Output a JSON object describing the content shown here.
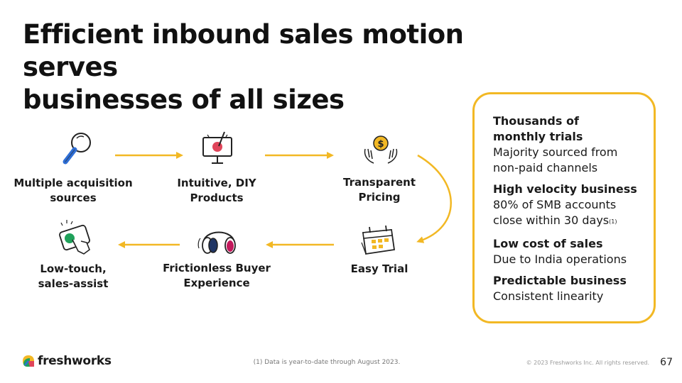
{
  "title": {
    "line1": "Efficient inbound sales motion serves",
    "line2": "businesses of all sizes"
  },
  "steps": [
    {
      "icon": "magnifier-icon",
      "line1": "Multiple acquisition",
      "line2": "sources"
    },
    {
      "icon": "monitor-pen-icon",
      "line1": "Intuitive, DIY",
      "line2": "Products"
    },
    {
      "icon": "hands-coin-icon",
      "line1": "Transparent",
      "line2": "Pricing"
    },
    {
      "icon": "calendar-icon",
      "line1": "Easy Trial",
      "line2": ""
    },
    {
      "icon": "headphones-icon",
      "line1": "Frictionless Buyer",
      "line2": "Experience"
    },
    {
      "icon": "touch-screen-icon",
      "line1": "Low-touch,",
      "line2": "sales-assist"
    }
  ],
  "panel": {
    "items": [
      {
        "head_line1": "Thousands of",
        "head_line2": "monthly trials",
        "body_line1": "Majority sourced from",
        "body_line2": "non-paid channels"
      },
      {
        "head": "High velocity business",
        "body_line1": "80% of SMB accounts",
        "body_line2": "close within 30 days",
        "footnote_mark": "(1)"
      },
      {
        "head": "Low cost of sales",
        "body": "Due to India operations"
      },
      {
        "head": "Predictable business",
        "body": "Consistent linearity"
      }
    ]
  },
  "footer": {
    "footnote": "(1) Data is year-to-date through August 2023.",
    "copyright": "© 2023 Freshworks Inc. All rights reserved.",
    "page_number": "67",
    "logo_text": "freshworks"
  },
  "colors": {
    "accent": "#f2b824",
    "icon_blue": "#2f6fd6",
    "icon_green": "#1fa15a",
    "icon_red": "#e0455a",
    "text": "#111111"
  }
}
